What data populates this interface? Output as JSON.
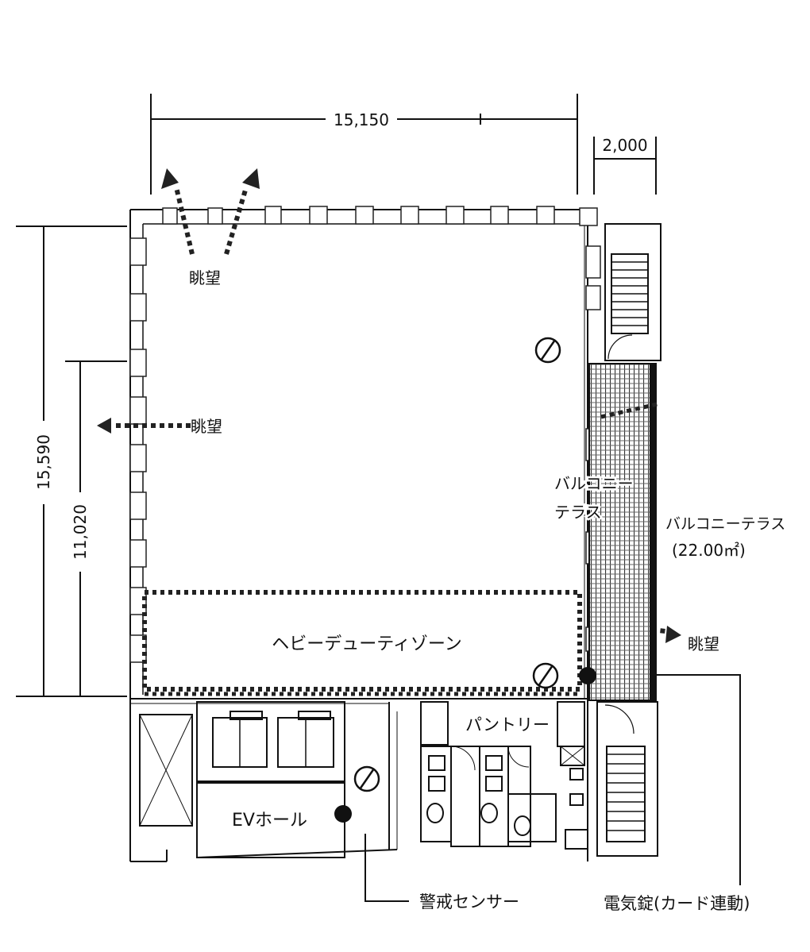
{
  "dimensions": {
    "width_top": "15,150",
    "balcony_width": "2,000",
    "depth_total": "15,590",
    "depth_office": "11,020"
  },
  "labels": {
    "view_north": "眺望",
    "view_west": "眺望",
    "view_east": "眺望",
    "balcony_inner_line1": "バルコニー",
    "balcony_inner_line2": "テラス",
    "balcony_callout": "バルコニーテラス",
    "balcony_area": "(22.00㎡)",
    "heavy_duty_zone": "ヘビーデューティゾーン",
    "pantry": "パントリー",
    "ev_hall": "EVホール",
    "security_sensor": "警戒センサー",
    "electric_lock": "電気錠(カード連動)"
  },
  "icons": {
    "sensor": "prohibition-circle-icon",
    "lock": "filled-dot-icon"
  }
}
